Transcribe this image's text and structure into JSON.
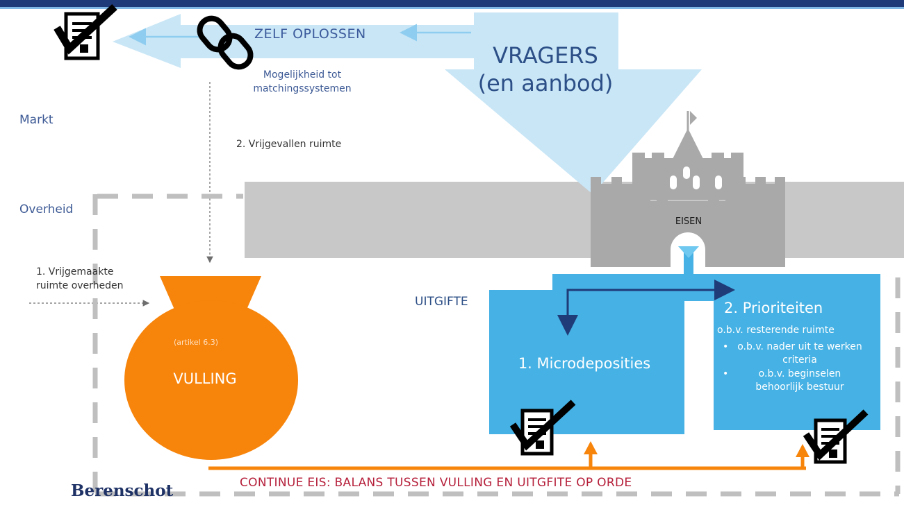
{
  "diagram": {
    "vragers_line1": "VRAGERS",
    "vragers_line2": "(en aanbod)",
    "zelf_oplossen": "ZELF OPLOSSEN",
    "mogelijkheid": "Mogelijkheid tot matchingssystemen",
    "markt": "Markt",
    "overheid": "Overheid",
    "vrijgevallen": "2. Vrijgevallen ruimte",
    "vrijgemaakte": "1.  Vrijgemaakte ruimte overheden",
    "artikel": "(artikel 6.3)",
    "vulling": "VULLING",
    "uitgifte": "UITGIFTE",
    "eisen": "EISEN",
    "microdeposities": "1. Microdeposities",
    "prioriteiten": "2. Prioriteiten",
    "prioriteiten_sub": "o.b.v. resterende ruimte",
    "prioriteiten_items": [
      "o.b.v. nader uit te werken criteria",
      "o.b.v. beginselen behoorlijk bestuur"
    ],
    "continue_eis": "CONTINUE EIS: BALANS TUSSEN VULLING EN UITGFITE OP ORDE",
    "logo": "Berenschot"
  },
  "colors": {
    "top_bar": "#1f3a78",
    "light_arrow": "#c9e6f6",
    "blue_box": "#45b1e4",
    "orange": "#f7840b",
    "gray_wall": "#c8c8c8",
    "castle": "#a9a9a9",
    "dashed": "#bfbfbf",
    "navy_arrow": "#1f3b78"
  },
  "icons": [
    "checklist-icon",
    "chain-link-icon",
    "castle-icon",
    "pot-icon"
  ]
}
